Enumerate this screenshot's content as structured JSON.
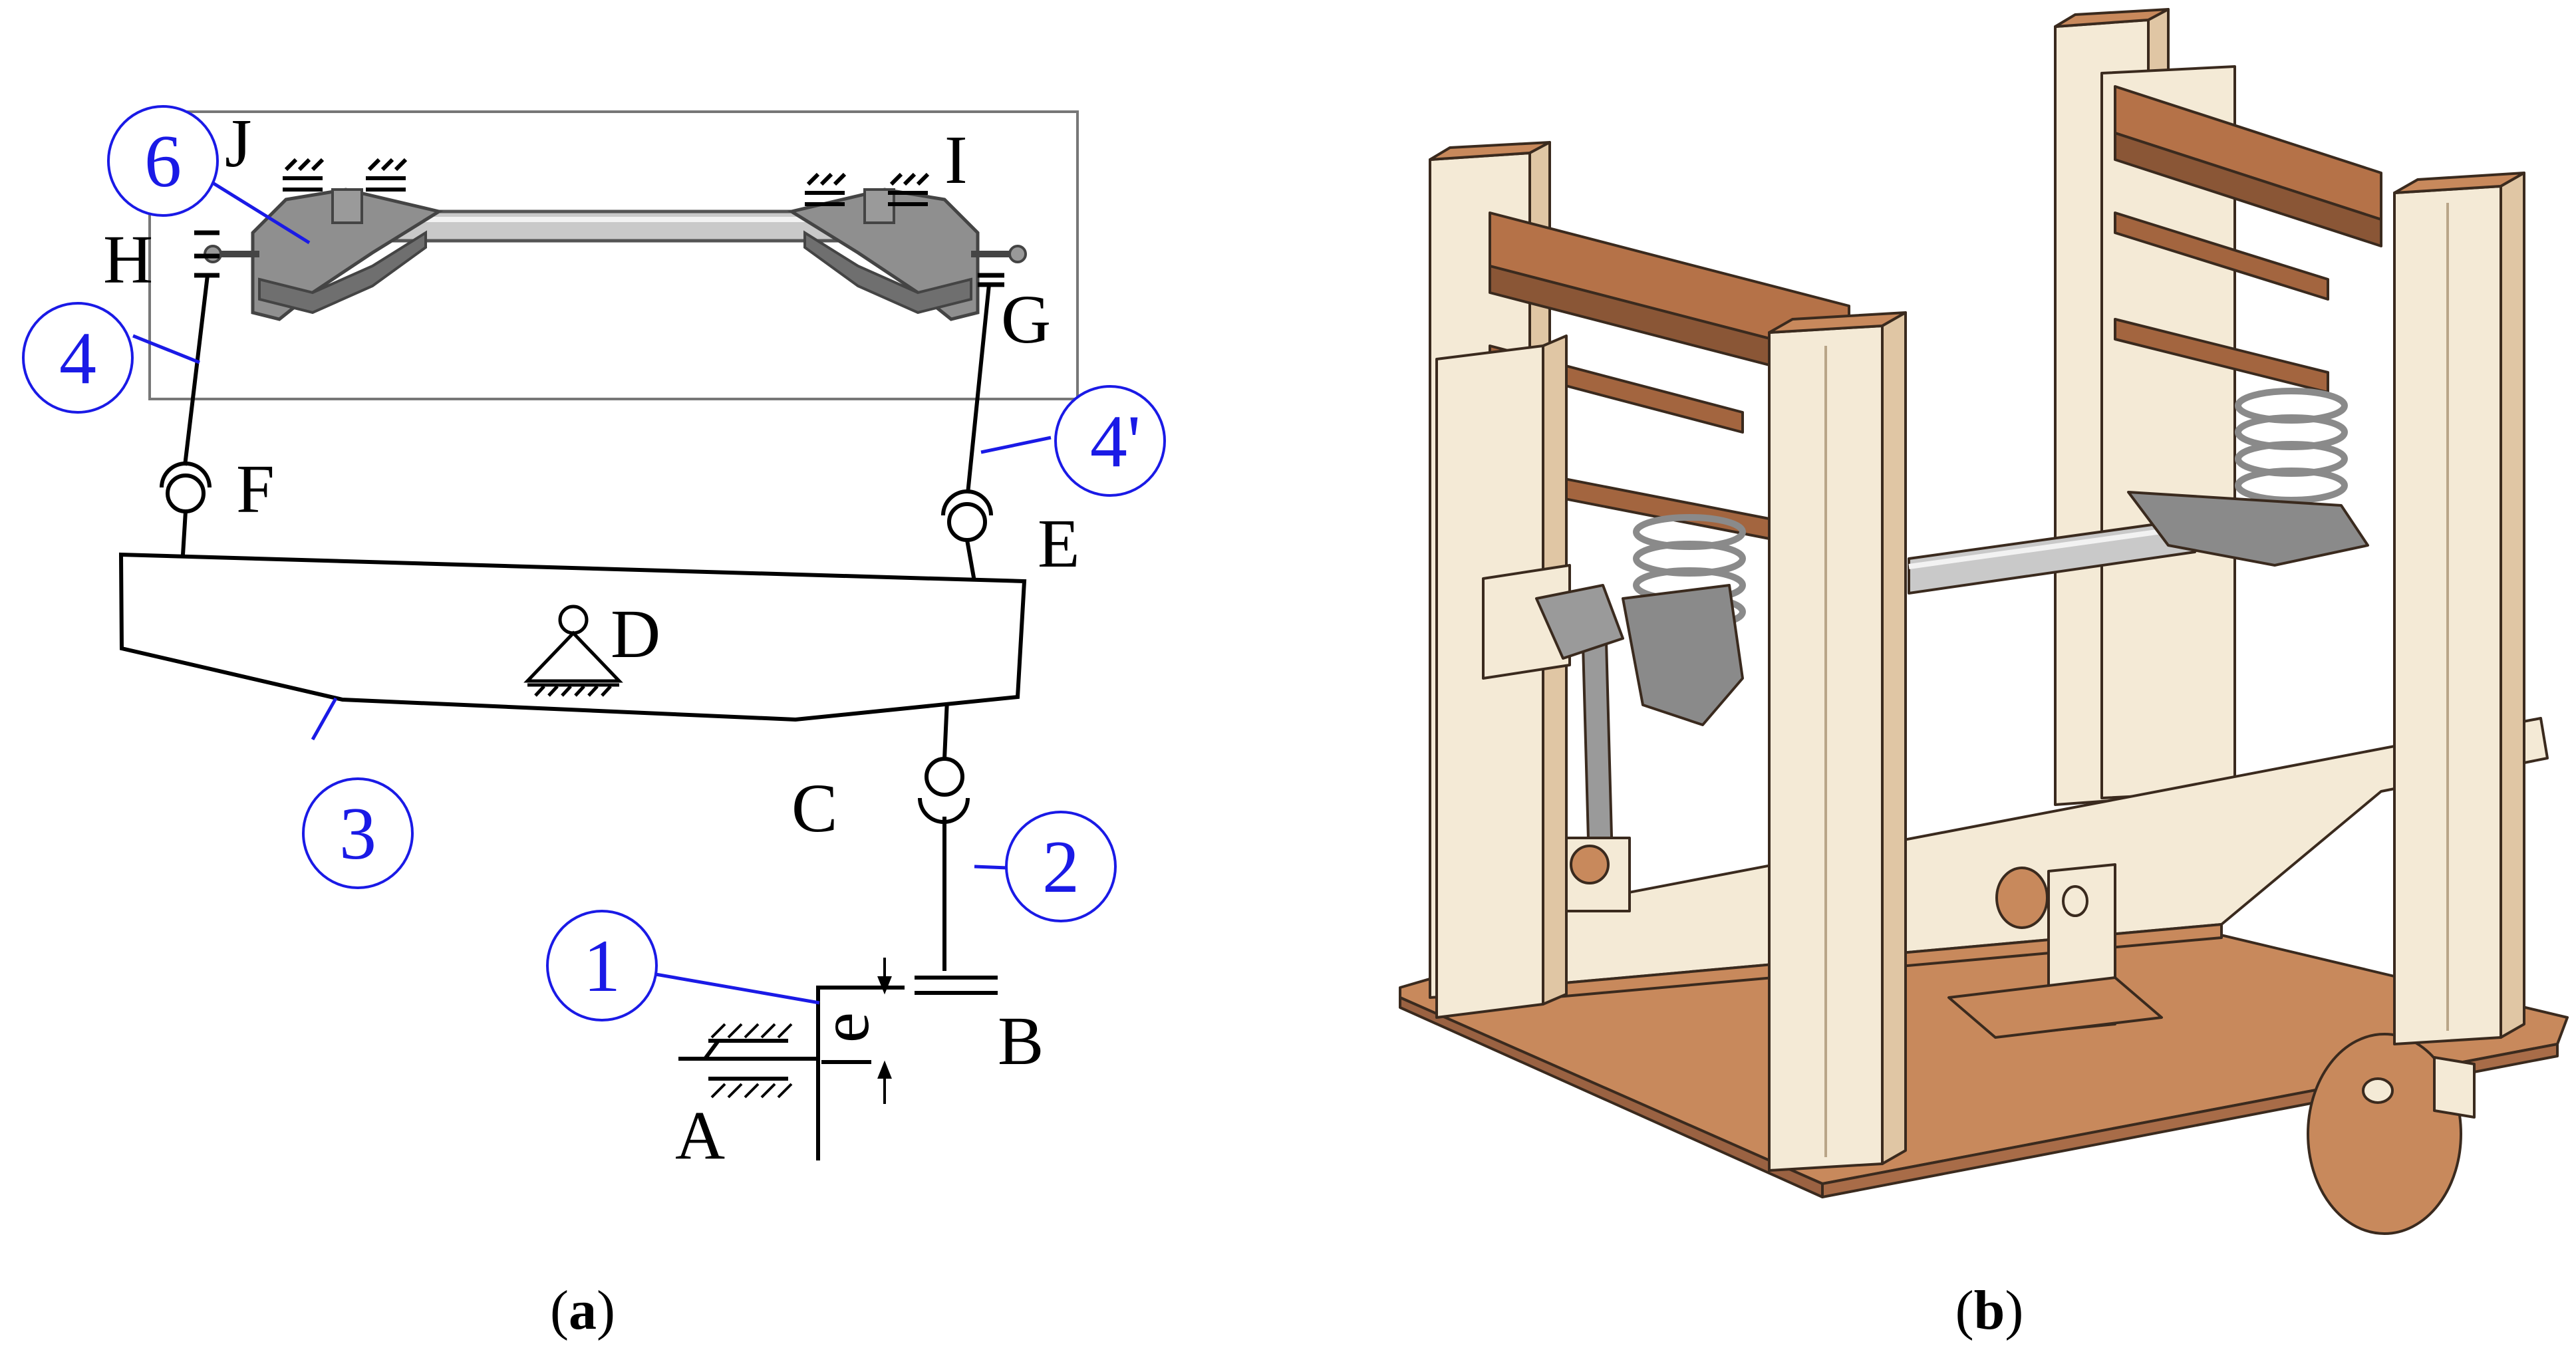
{
  "colors": {
    "link": "#000000",
    "callout": "#1a1ae6",
    "frame_light": "#f4ead6",
    "frame_tan": "#c8895c",
    "frame_dark": "#9a6242",
    "frame_edge": "#3a2a1e",
    "axle": "#b0b0b0",
    "arm": "#8a8a8a"
  },
  "diagram_a": {
    "points": {
      "A": "A",
      "B": "B",
      "C": "C",
      "D": "D",
      "E": "E",
      "F": "F",
      "G": "G",
      "H": "H",
      "I": "I",
      "J": "J"
    },
    "dimension": "e",
    "callouts": {
      "c1": "1",
      "c2": "2",
      "c3": "3",
      "c4": "4",
      "c4p": "4'",
      "c6": "6"
    },
    "caption_letter": "a"
  },
  "diagram_b": {
    "caption_letter": "b"
  }
}
